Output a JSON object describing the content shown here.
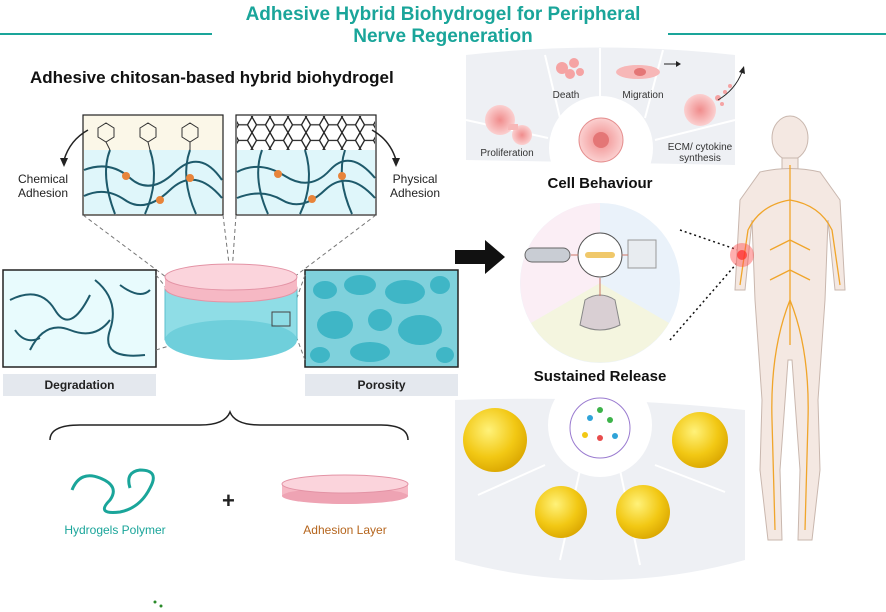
{
  "title_line1": "Adhesive Hybrid Biohydrogel for Peripheral",
  "title_line2": "Nerve Regeneration",
  "subtitle": "Adhesive chitosan-based hybrid biohydrogel",
  "labels": {
    "chemical_adhesion_1": "Chemical",
    "chemical_adhesion_2": "Adhesion",
    "physical_adhesion_1": "Physical",
    "physical_adhesion_2": "Adhesion",
    "degradation": "Degradation",
    "porosity": "Porosity",
    "hydrogels_polymer": "Hydrogels Polymer",
    "plus": "+",
    "adhesion_layer": "Adhesion Layer"
  },
  "cell": {
    "death": "Death",
    "migration": "Migration",
    "proliferation": "Proliferation",
    "ecm_1": "ECM/ cytokine",
    "ecm_2": "synthesis",
    "heading": "Cell Behaviour"
  },
  "release": {
    "heading": "Sustained Release"
  },
  "colors": {
    "teal": "#1aa59a",
    "polymer_line": "#1e5a6b",
    "hydrogel_bg": "#dff6fa",
    "pink": "#f6b8c4",
    "nerve": "#f0a52a",
    "sphere": "#f2c814",
    "dot": "#e8843a"
  }
}
